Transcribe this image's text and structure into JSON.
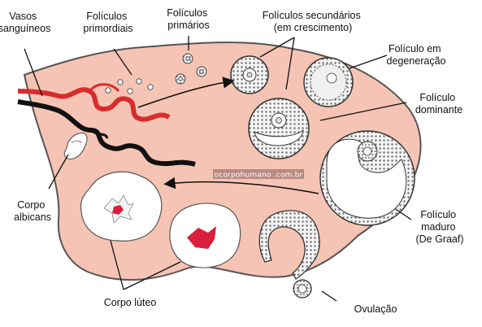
{
  "labels": {
    "vasos": [
      "Vasos",
      "sanguíneos"
    ],
    "primordiais": [
      "Folículos",
      "primordiais"
    ],
    "primarios": [
      "Folículos",
      "primários"
    ],
    "secundarios": [
      "Folículos secundários",
      "(em crescimento)"
    ],
    "degeneracao": [
      "Folículo em",
      "degeneração"
    ],
    "dominante": [
      "Folículo",
      "dominante"
    ],
    "maduro": [
      "Folículo",
      "maduro",
      "(De Graaf)"
    ],
    "albicans": [
      "Corpo",
      "albicans"
    ],
    "luteo": [
      "Corpo lúteo"
    ],
    "ovulacao": [
      "Ovulação"
    ]
  },
  "watermark": "ocorpohumano .com.br",
  "colors": {
    "ovary": "#f6c4b4",
    "ovary_outline": "#555555",
    "artery": "#d82c2c",
    "vein": "#111111",
    "clot": "#d81f3c",
    "watermark_bg": "#b98a80"
  }
}
